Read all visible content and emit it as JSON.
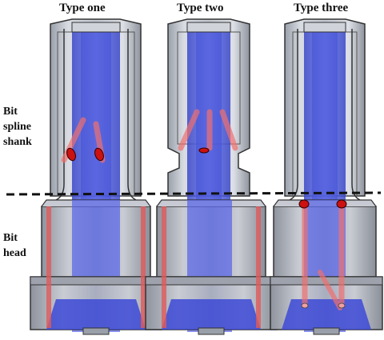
{
  "titles": {
    "type_one": "Type one",
    "type_two": "Type two",
    "type_three": "Type three"
  },
  "labels": {
    "shank_line1": "Bit",
    "shank_line2": "spline",
    "shank_line3": "shank",
    "head_line1": "Bit",
    "head_line2": "head"
  },
  "colors": {
    "body_gray": "#b8bdc6",
    "core_blue": "#5566e6",
    "hole_red": "#e05a5a",
    "dashed_line": "#111111"
  }
}
